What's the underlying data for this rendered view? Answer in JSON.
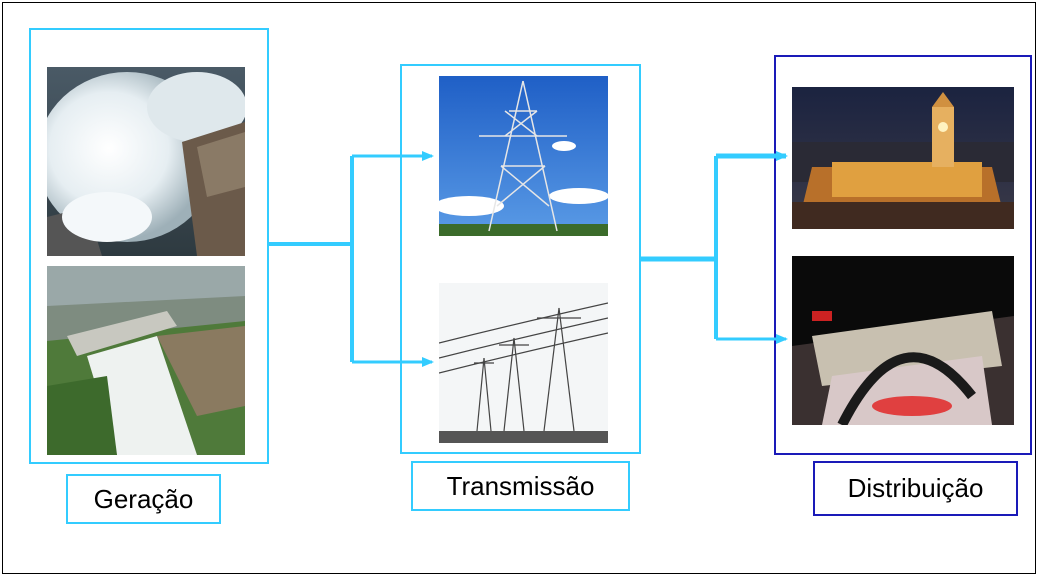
{
  "colors": {
    "frame": "#000000",
    "stage_border_cyan": "#33ccff",
    "stage_border_blue": "#1a1ab8",
    "arrow": "#33ccff"
  },
  "stages": {
    "generation": {
      "label": "Geração",
      "photos": [
        "dam-spillway-photo",
        "hydroelectric-dam-aerial-photo"
      ]
    },
    "transmission": {
      "label": "Transmissão",
      "photos": [
        "transmission-tower-sky-photo",
        "transmission-towers-lines-photo"
      ]
    },
    "distribution": {
      "label": "Distribuição",
      "photos": [
        "city-night-building-photo",
        "stadium-night-photo"
      ]
    }
  }
}
